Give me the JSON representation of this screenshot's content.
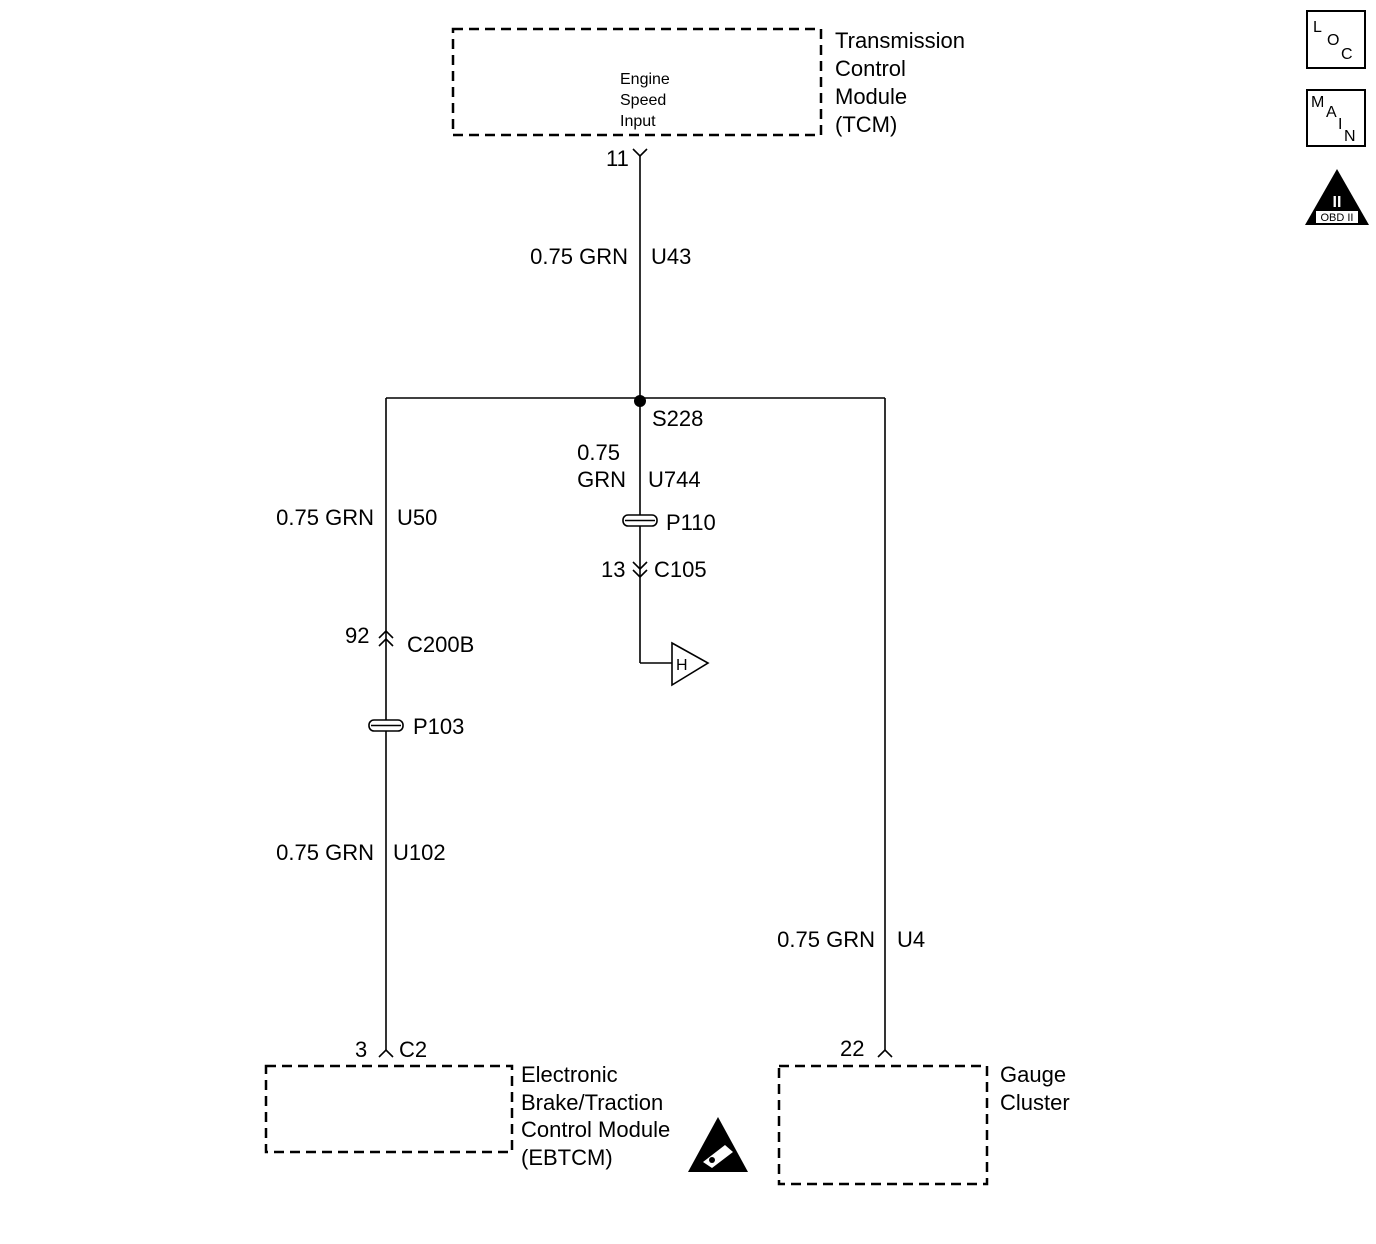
{
  "tcm": {
    "name_lines": [
      "Transmission",
      "Control",
      "Module",
      "(TCM)"
    ],
    "input_lines": [
      "Engine",
      "Speed",
      "Input"
    ],
    "pin": "11"
  },
  "wire_u43": {
    "gauge_color": "0.75 GRN",
    "circuit": "U43"
  },
  "splice": {
    "label": "S228"
  },
  "wire_u744": {
    "gauge": "0.75",
    "color": "GRN",
    "circuit": "U744"
  },
  "p110": {
    "label": "P110"
  },
  "c105": {
    "pin": "13",
    "label": "C105"
  },
  "ground": {
    "label": "H"
  },
  "wire_u50": {
    "gauge_color": "0.75 GRN",
    "circuit": "U50"
  },
  "c200b": {
    "pin": "92",
    "label": "C200B"
  },
  "p103": {
    "label": "P103"
  },
  "wire_u102": {
    "gauge_color": "0.75 GRN",
    "circuit": "U102"
  },
  "ebtcm": {
    "pin": "3",
    "connector": "C2",
    "name_lines": [
      "Electronic",
      "Brake/Traction",
      "Control Module",
      "(EBTCM)"
    ]
  },
  "wire_u4": {
    "gauge_color": "0.75 GRN",
    "circuit": "U4"
  },
  "gauge_cluster": {
    "pin": "22",
    "name_lines": [
      "Gauge",
      "Cluster"
    ]
  },
  "icons": {
    "loc": {
      "letters": [
        "L",
        "O",
        "C"
      ]
    },
    "main": {
      "letters": [
        "M",
        "A",
        "I",
        "N"
      ]
    },
    "obd": {
      "numeral": "II",
      "text": "OBD II"
    },
    "esd": "esd-warning-icon"
  }
}
